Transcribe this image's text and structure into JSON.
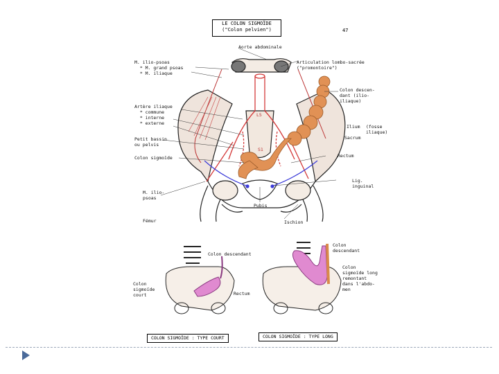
{
  "title": {
    "line1": "LE COLON SIGMOÏDE",
    "line2": "(\"Colon pelvien\")"
  },
  "page_number": "47",
  "labels": {
    "aorta": "Aorte abdominale",
    "psoas": "M. ilio-psoas\n  * M. grand psoas\n  * M. iliaque",
    "lumbosacral": "Articulation lombo-sacrée\n(\"promontoire\")",
    "descending": "Colon descen-\ndant (ilio-\niliaque)",
    "iliac_artery": "Artère iliaque\n  * commune\n  * interne\n  * externe",
    "fossa": "(fosse\niliaque)",
    "ilium": "Ilium",
    "sacrum": "Sacrum",
    "pelvis": "Petit bassin\nou pelvis",
    "sigmoid": "Colon sigmoïde",
    "rectum": "Rectum",
    "lig_inguinal": "Lig.\ninguinal",
    "iliopsoas_low": "M. ilio-\npsoas",
    "pubis": "Pubis",
    "femur": "Fémur",
    "ischium": "Ischion",
    "s1": "S1",
    "l5": "L5"
  },
  "left_panel": {
    "descending": "Colon descendant",
    "short_sigmoid": "Colon\nsigmoïde\ncourt",
    "rectum": "Rectum",
    "caption": "COLON SIGMOÏDE : TYPE COURT"
  },
  "right_panel": {
    "descending": "Colon\ndescendant",
    "long_sigmoid": "Colon\nsigmoïde long\nremontant\ndans l'abdo-\nmen",
    "caption": "COLON SIGMOÏDE : TYPE LONG"
  },
  "colors": {
    "colon": "#d98a4a",
    "artery": "#d43a3a",
    "ligament": "#3a3ad8",
    "divider": "#9aa6b8",
    "bullet": "#4a6a9a"
  }
}
